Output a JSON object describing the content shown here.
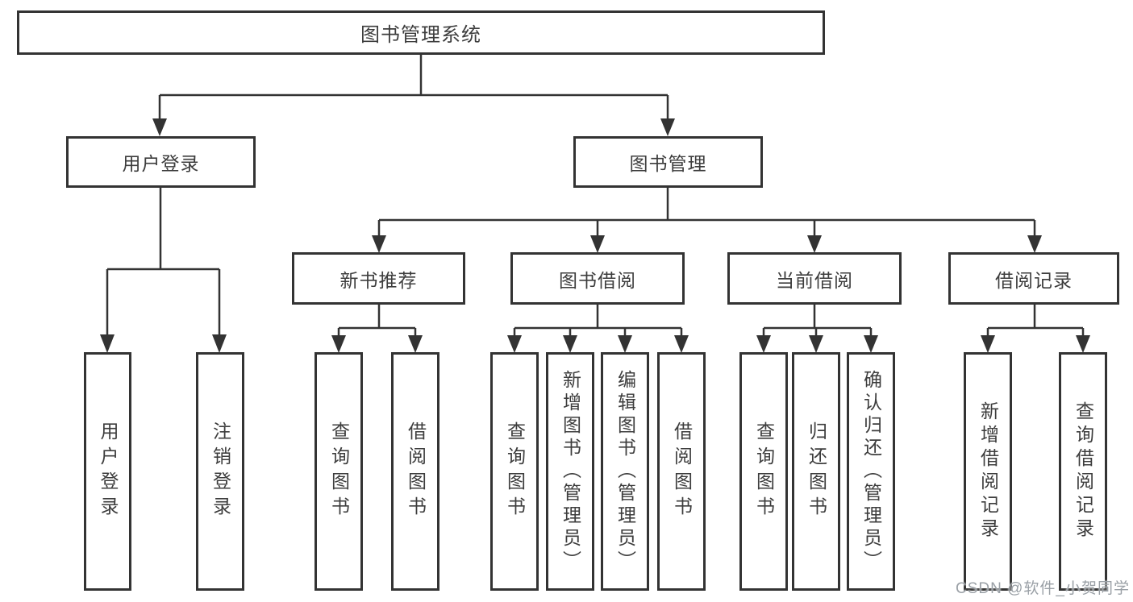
{
  "diagram": {
    "title": "图书管理系统",
    "colors": {
      "line": "#333333",
      "border": "#333333",
      "text": "#3d3d3d",
      "background": "#ffffff",
      "watermark": "#9aa0a6"
    },
    "tree": {
      "label": "图书管理系统",
      "children": [
        {
          "label": "用户登录",
          "children": [
            {
              "label": "用户登录"
            },
            {
              "label": "注销登录"
            }
          ]
        },
        {
          "label": "图书管理",
          "children": [
            {
              "label": "新书推荐",
              "children": [
                {
                  "label": "查询图书"
                },
                {
                  "label": "借阅图书"
                }
              ]
            },
            {
              "label": "图书借阅",
              "children": [
                {
                  "label": "查询图书"
                },
                {
                  "label": "新增图书（管理员）"
                },
                {
                  "label": "编辑图书（管理员）"
                },
                {
                  "label": "借阅图书"
                }
              ]
            },
            {
              "label": "当前借阅",
              "children": [
                {
                  "label": "查询图书"
                },
                {
                  "label": "归还图书"
                },
                {
                  "label": "确认归还（管理员）"
                }
              ]
            },
            {
              "label": "借阅记录",
              "children": [
                {
                  "label": "新增借阅记录"
                },
                {
                  "label": "查询借阅记录"
                }
              ]
            }
          ]
        }
      ]
    }
  },
  "watermark": {
    "text": "CSDN @软件_小贺同学"
  }
}
